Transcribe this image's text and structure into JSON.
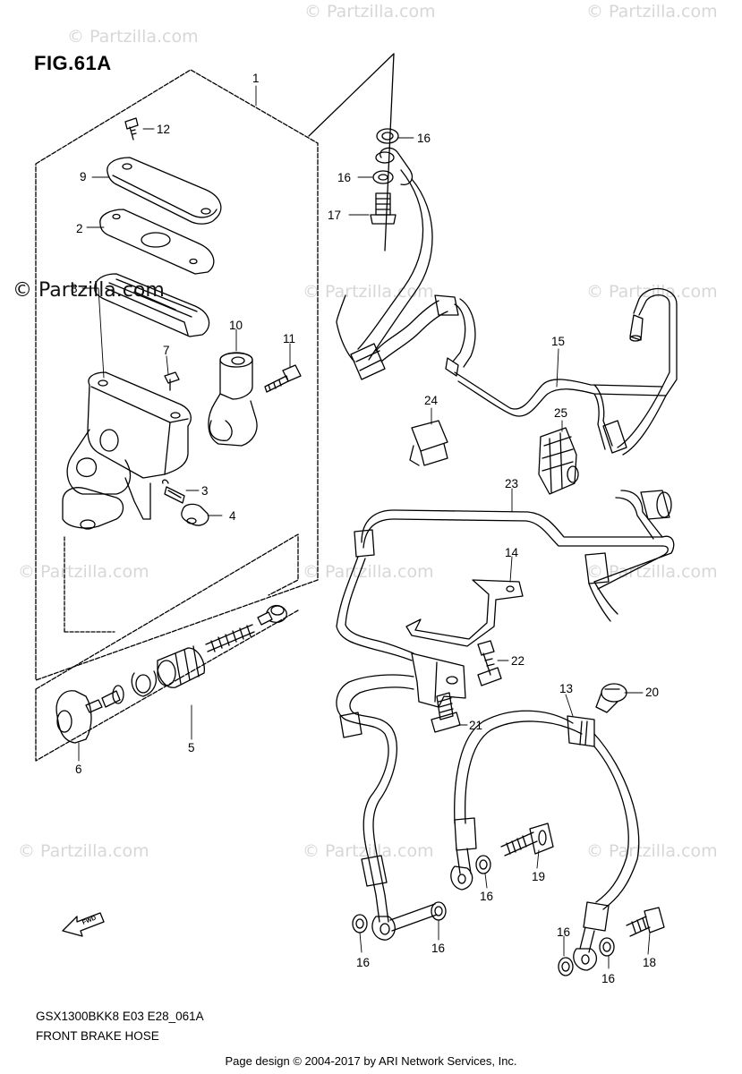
{
  "figure": {
    "title": "FIG.61A",
    "model_code": "GSX1300BKK8 E03 E28_061A",
    "caption": "FRONT BRAKE HOSE",
    "footer": "Page design © 2004-2017 by ARI Network Services, Inc.",
    "fwd_label": "FWD"
  },
  "watermark": {
    "text": "© Partzilla.com",
    "prominent_text": "© Partzilla.com"
  },
  "callouts": {
    "c1": "1",
    "c2": "2",
    "c3": "3",
    "c4": "4",
    "c5": "5",
    "c6": "6",
    "c7": "7",
    "c8": "8",
    "c9": "9",
    "c10": "10",
    "c11": "11",
    "c12": "12",
    "c13": "13",
    "c14": "14",
    "c15": "15",
    "c16": "16",
    "c17": "17",
    "c18": "18",
    "c19": "19",
    "c20": "20",
    "c21": "21",
    "c22": "22",
    "c23": "23",
    "c24": "24",
    "c25": "25"
  },
  "colors": {
    "line": "#000000",
    "watermark": "#d7d7d7",
    "background": "#ffffff"
  }
}
